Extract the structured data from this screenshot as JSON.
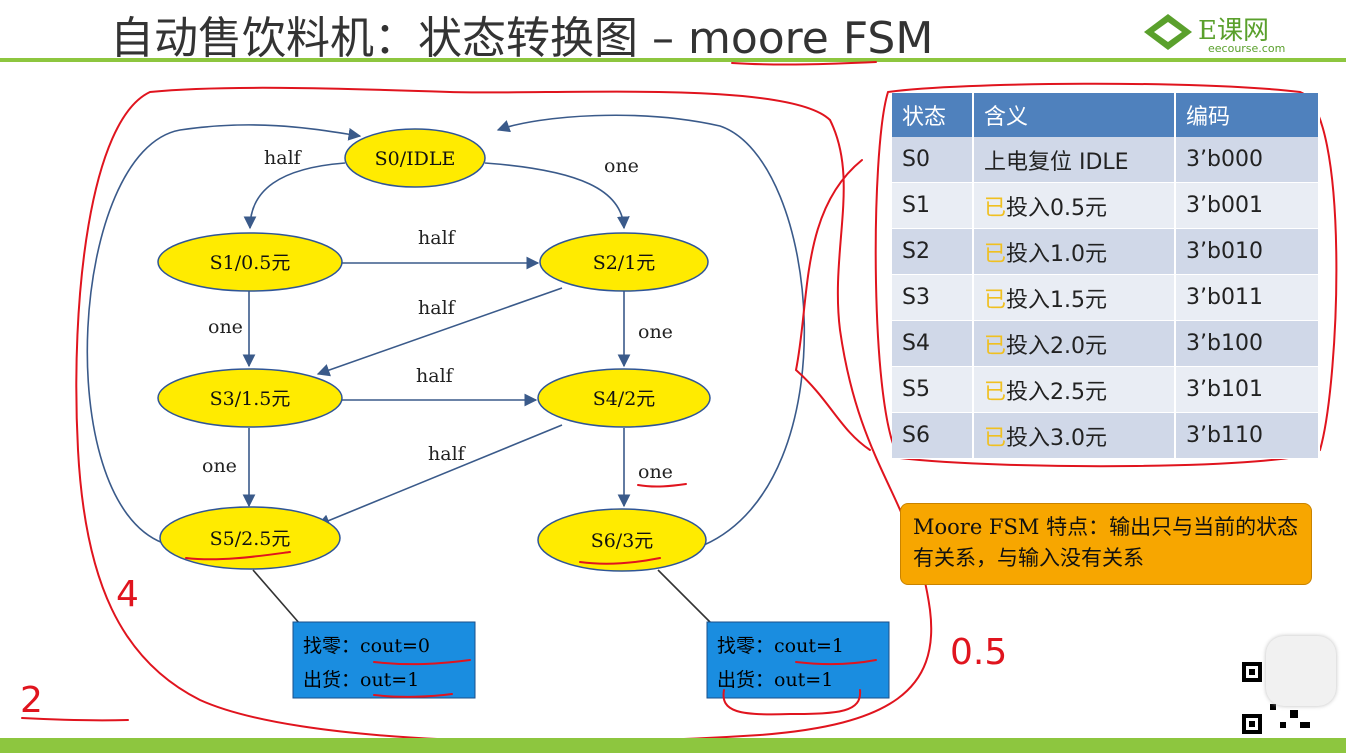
{
  "title": "自动售饮料机：状态转换图 – moore FSM",
  "logo": {
    "name": "E课网",
    "sub": "eecourse.com"
  },
  "colors": {
    "state_fill": "#ffeb00",
    "box_fill": "#1a8de0",
    "table_header": "#4f81bd",
    "note_fill": "#f7a600",
    "accent_green": "#8dc63f",
    "annotation_red": "#e0141e"
  },
  "states": [
    {
      "id": "S0",
      "label": "S0/IDLE"
    },
    {
      "id": "S1",
      "label": "S1/0.5元"
    },
    {
      "id": "S2",
      "label": "S2/1元"
    },
    {
      "id": "S3",
      "label": "S3/1.5元"
    },
    {
      "id": "S4",
      "label": "S4/2元"
    },
    {
      "id": "S5",
      "label": "S5/2.5元"
    },
    {
      "id": "S6",
      "label": "S6/3元"
    }
  ],
  "edges": [
    {
      "from": "S0",
      "to": "S1",
      "label": "half"
    },
    {
      "from": "S0",
      "to": "S2",
      "label": "one"
    },
    {
      "from": "S1",
      "to": "S2",
      "label": "half"
    },
    {
      "from": "S1",
      "to": "S3",
      "label": "one"
    },
    {
      "from": "S2",
      "to": "S3",
      "label": "half"
    },
    {
      "from": "S2",
      "to": "S4",
      "label": "one"
    },
    {
      "from": "S3",
      "to": "S4",
      "label": "half"
    },
    {
      "from": "S3",
      "to": "S5",
      "label": "one"
    },
    {
      "from": "S4",
      "to": "S5",
      "label": "half"
    },
    {
      "from": "S4",
      "to": "S6",
      "label": "one"
    },
    {
      "from": "S5",
      "to": "S0",
      "label": ""
    },
    {
      "from": "S6",
      "to": "S0",
      "label": ""
    }
  ],
  "output_boxes": [
    {
      "state": "S5",
      "line1": "找零：cout=0",
      "line2": "出货：out=1"
    },
    {
      "state": "S6",
      "line1": "找零：cout=1",
      "line2": "出货：out=1"
    }
  ],
  "table": {
    "headers": [
      "状态",
      "含义",
      "编码"
    ],
    "rows": [
      {
        "state": "S0",
        "mark": "",
        "meaning": "上电复位 IDLE",
        "code": "3’b000"
      },
      {
        "state": "S1",
        "mark": "已",
        "meaning": "投入0.5元",
        "code": "3’b001"
      },
      {
        "state": "S2",
        "mark": "已",
        "meaning": "投入1.0元",
        "code": "3’b010"
      },
      {
        "state": "S3",
        "mark": "已",
        "meaning": "投入1.5元",
        "code": "3’b011"
      },
      {
        "state": "S4",
        "mark": "已",
        "meaning": "投入2.0元",
        "code": "3’b100"
      },
      {
        "state": "S5",
        "mark": "已",
        "meaning": "投入2.5元",
        "code": "3’b101"
      },
      {
        "state": "S6",
        "mark": "已",
        "meaning": "投入3.0元",
        "code": "3’b110"
      }
    ]
  },
  "note": "Moore FSM 特点：输出只与当前的状态有关系，与输入没有关系",
  "handwriting": {
    "left": "4",
    "bottom_left": "2",
    "right": "0.5"
  }
}
